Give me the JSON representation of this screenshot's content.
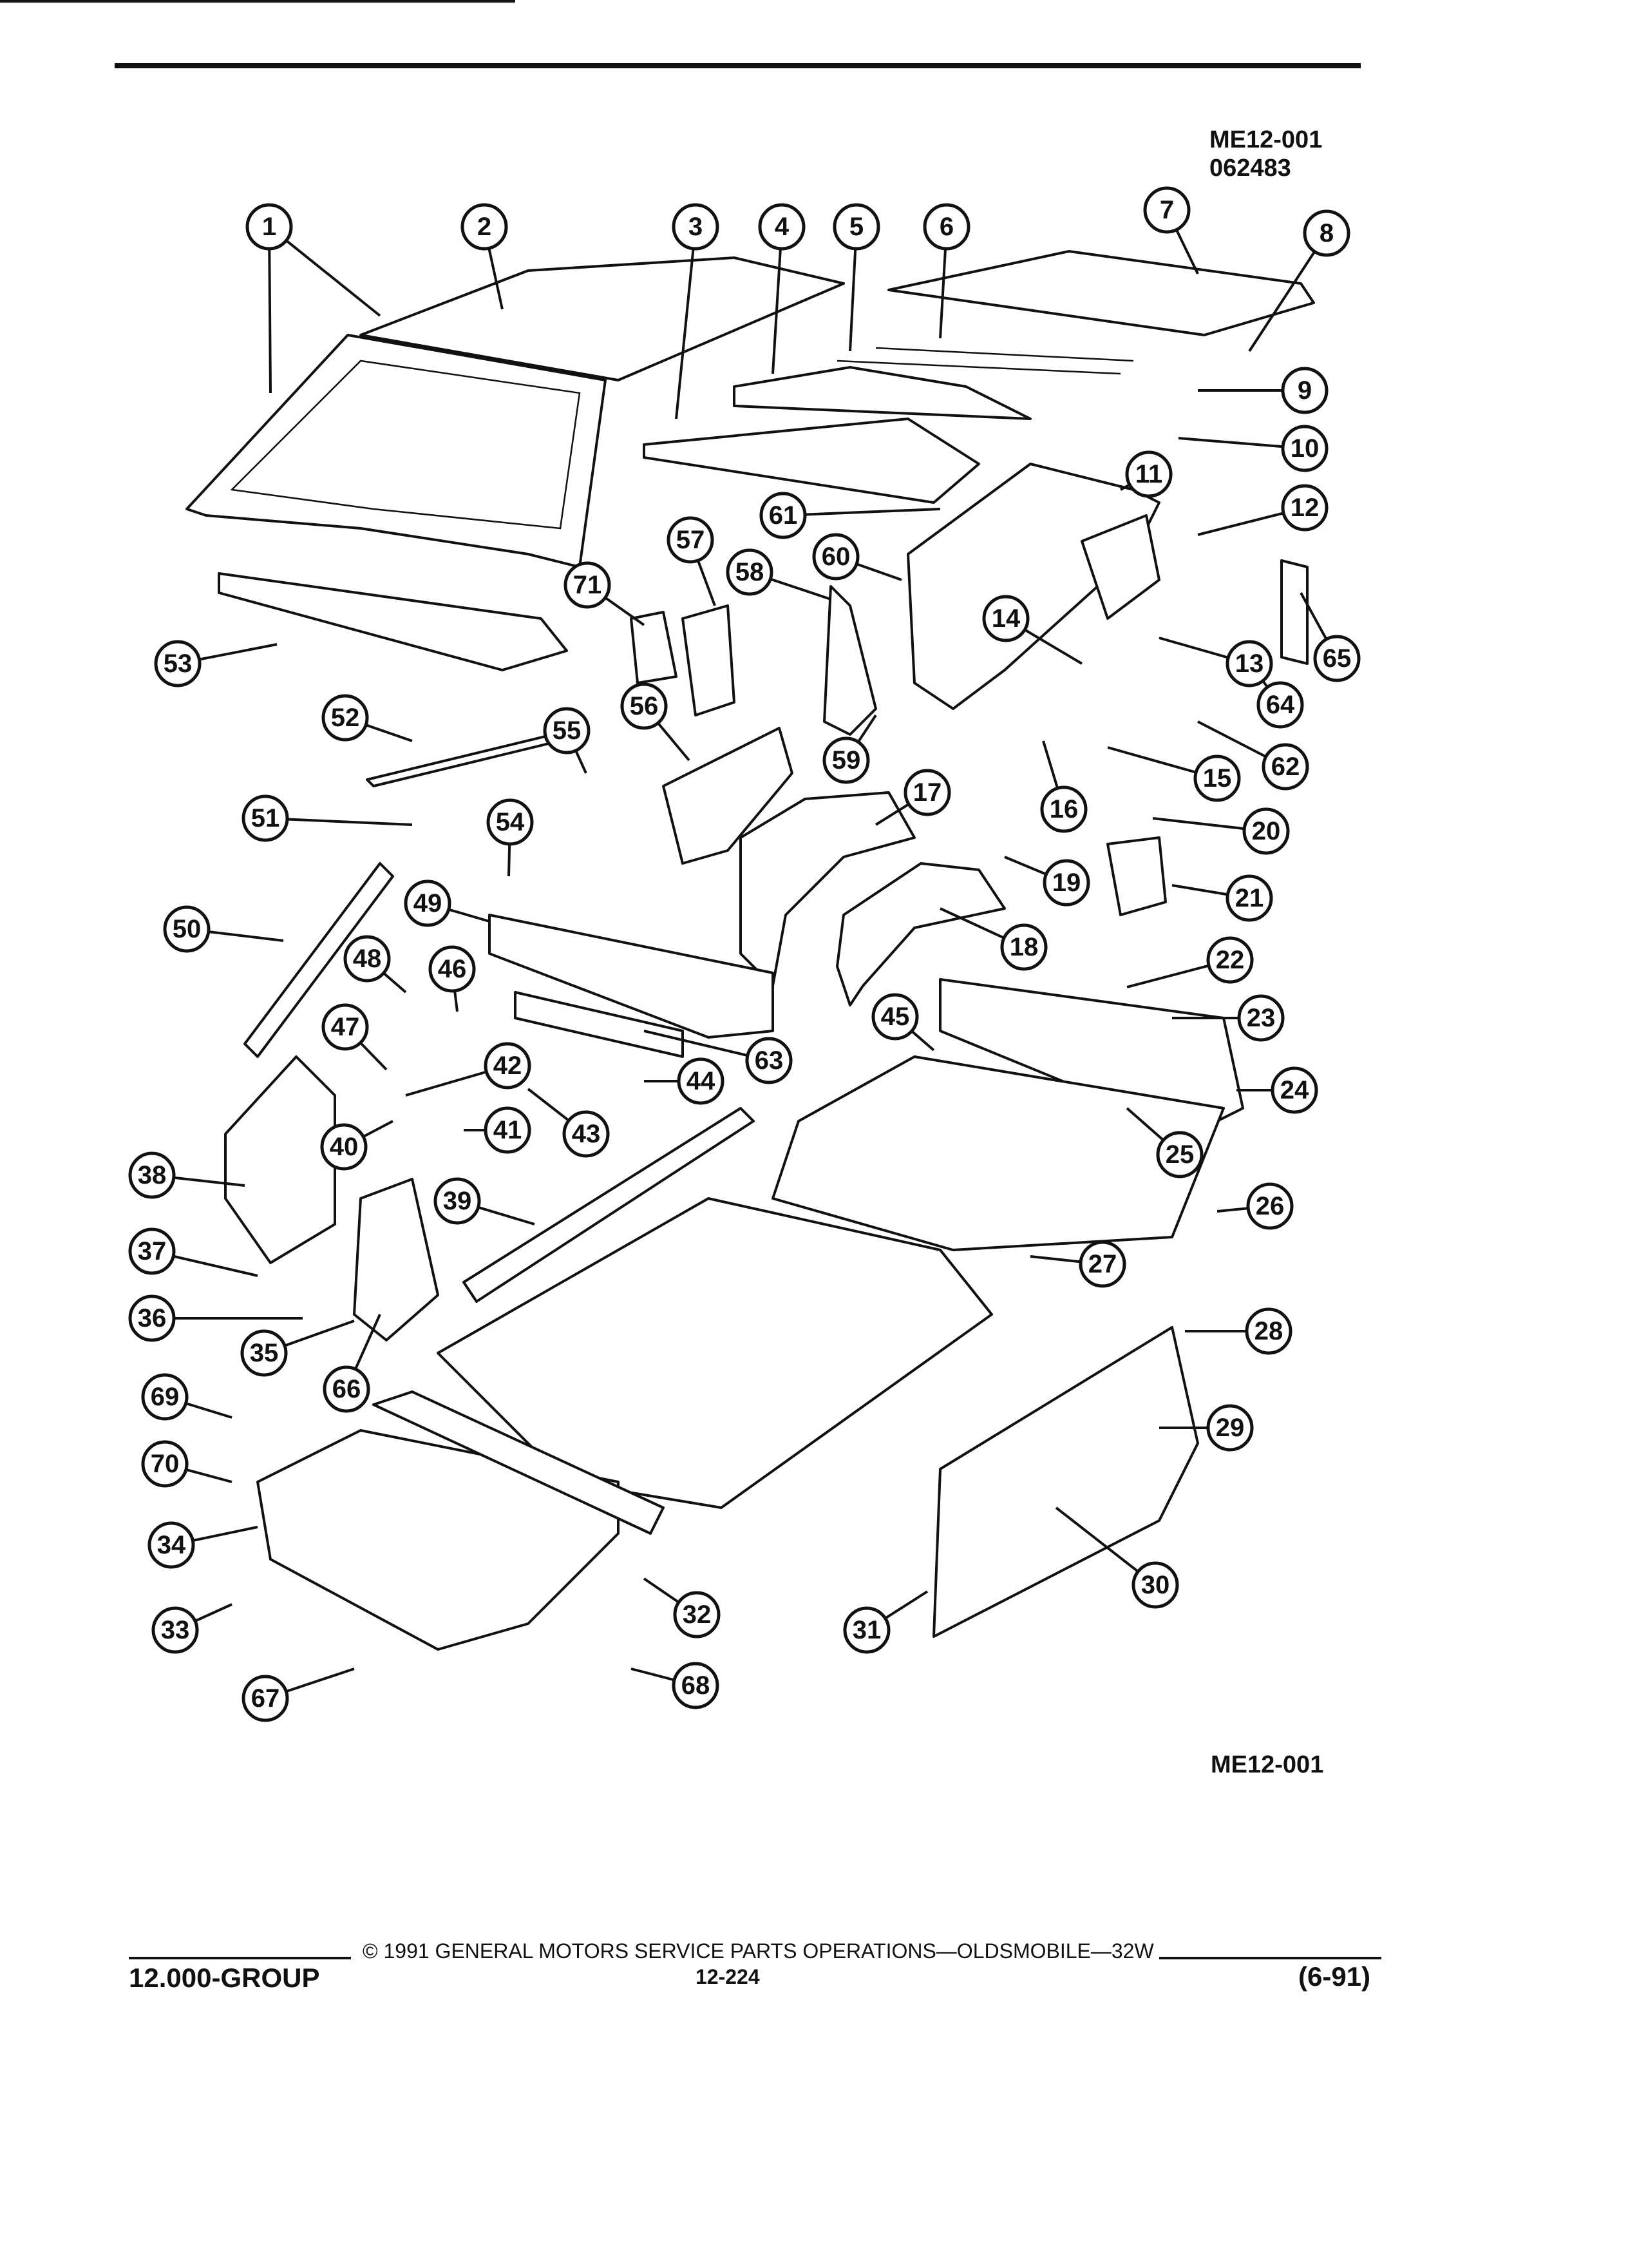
{
  "header": {
    "code": "ME12-001",
    "date_code": "062483"
  },
  "figure_code": "ME12-001",
  "footer": {
    "group": "12.000-GROUP",
    "copyright": "© 1991 GENERAL MOTORS SERVICE PARTS OPERATIONS—OLDSMOBILE—32W",
    "page": "12-224",
    "revision": "(6-91)"
  },
  "callouts": [
    "1",
    "2",
    "3",
    "4",
    "5",
    "6",
    "7",
    "8",
    "9",
    "10",
    "11",
    "12",
    "13",
    "14",
    "15",
    "16",
    "17",
    "18",
    "19",
    "20",
    "21",
    "22",
    "23",
    "24",
    "25",
    "26",
    "27",
    "28",
    "29",
    "30",
    "31",
    "32",
    "33",
    "34",
    "35",
    "36",
    "37",
    "38",
    "39",
    "40",
    "41",
    "42",
    "43",
    "44",
    "45",
    "46",
    "47",
    "48",
    "49",
    "50",
    "51",
    "52",
    "53",
    "54",
    "55",
    "56",
    "57",
    "58",
    "59",
    "60",
    "61",
    "62",
    "63",
    "64",
    "65",
    "66",
    "67",
    "68",
    "69",
    "70",
    "71"
  ]
}
